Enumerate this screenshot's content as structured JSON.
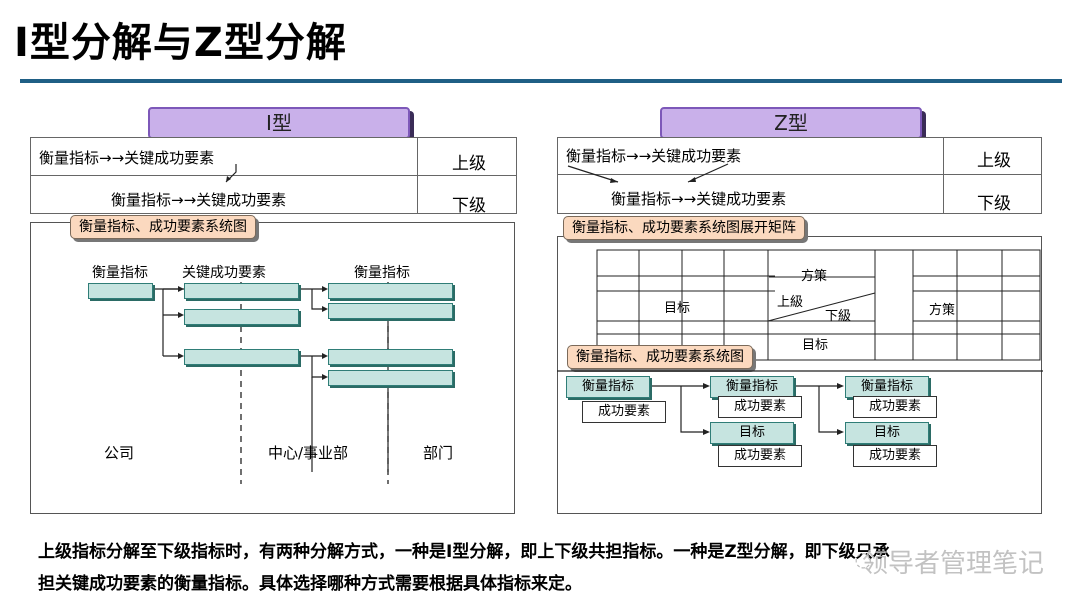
{
  "title": "I型分解与Z型分解",
  "left": {
    "tab": "I型",
    "table": {
      "upper_text": "衡量指标→→关键成功要素",
      "lower_text": "衡量指标→→关键成功要素",
      "upper_level": "上级",
      "lower_level": "下级"
    },
    "callout": "衡量指标、成功要素系统图",
    "headers": [
      "衡量指标",
      "关键成功要素",
      "衡量指标"
    ],
    "footers": [
      "公司",
      "中心/事业部",
      "部门"
    ]
  },
  "right": {
    "tab": "Z型",
    "table": {
      "upper_text": "衡量指标→→关键成功要素",
      "lower_text": "衡量指标→→关键成功要素",
      "upper_level": "上级",
      "lower_level": "下级"
    },
    "callout_matrix": "衡量指标、成功要素系统图展开矩阵",
    "matrix": {
      "top_strategy": "方策",
      "goal_left": "目标",
      "upper": "上級",
      "lower": "下級",
      "strategy_right": "方策",
      "goal_bottom": "目标"
    },
    "callout_system": "衡量指标、成功要素系统图",
    "tree": {
      "root": "衡量指标",
      "root_factor": "成功要素",
      "n1": "衡量指标",
      "n1_factor": "成功要素",
      "n2": "目标",
      "n2_factor": "成功要素",
      "n3": "衡量指标",
      "n3_factor": "成功要素",
      "n4": "目标",
      "n4_factor": "成功要素"
    }
  },
  "caption_line1": "上级指标分解至下级指标时，有两种分解方式，一种是I型分解，即上下级共担指标。一种是Z型分解，即下级只承",
  "caption_line2": "担关键成功要素的衡量指标。具体选择哪种方式需要根据具体指标来定。",
  "watermark": "领导者管理笔记",
  "colors": {
    "accent": "#1f5f85",
    "tab": "#c9b0ea",
    "callout": "#fbd9bf",
    "bar": "#c6e4e0"
  }
}
